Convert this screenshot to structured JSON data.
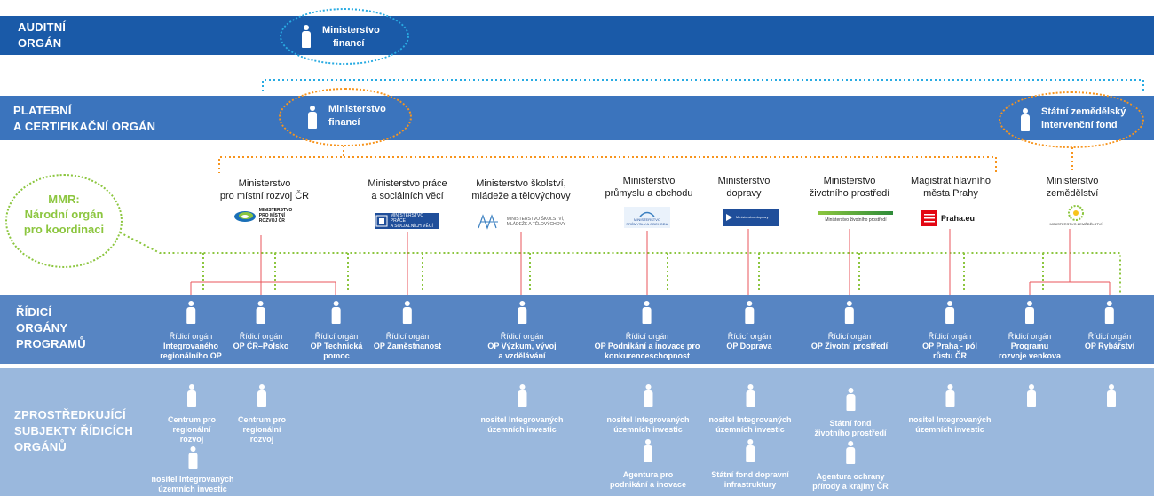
{
  "rows": {
    "audit": [
      "AUDITNÍ",
      "ORGÁN"
    ],
    "payment": [
      "PLATEBNÍ",
      "A CERTIFIKAČNÍ ORGÁN"
    ],
    "managing": [
      "ŘÍDICÍ",
      "ORGÁNY",
      "PROGRAMŮ"
    ],
    "intermediate": [
      "ZPROSTŘEDKUJÍCÍ",
      "SUBJEKTY ŘÍDICÍCH",
      "ORGÁNŮ"
    ]
  },
  "audit_body": [
    "Ministerstvo",
    "financí"
  ],
  "payment_bodies": [
    [
      "Ministerstvo",
      "financí"
    ],
    [
      "Státní zemědělský",
      "intervenční fond"
    ]
  ],
  "coordination": [
    "MMR:",
    "Národní orgán",
    "pro koordinaci"
  ],
  "ministries": [
    {
      "name": [
        "Ministerstvo",
        "pro místní rozvoj ČR"
      ],
      "logo": [
        "MINISTERSTVO",
        "PRO MÍSTNÍ",
        "ROZVOJ ČR"
      ]
    },
    {
      "name": [
        "Ministerstvo práce",
        "a sociálních věcí"
      ],
      "logo": [
        "MINISTERSTVO PRÁCE",
        "A SOCIÁLNÍCH VĚCÍ"
      ]
    },
    {
      "name": [
        "Ministerstvo školství,",
        "mládeže a tělovýchovy"
      ],
      "logo": [
        "MINISTERSTVO ŠKOLSTVÍ,",
        "MLÁDEŽE A TĚLOVÝCHOVY"
      ]
    },
    {
      "name": [
        "Ministerstvo",
        "průmyslu a obchodu"
      ],
      "logo": [
        "MINISTERSTVO",
        "PRŮMYSLU A OBCHODU"
      ]
    },
    {
      "name": [
        "Ministerstvo",
        "dopravy"
      ],
      "logo": [
        "Ministerstvo dopravy"
      ]
    },
    {
      "name": [
        "Ministerstvo",
        "životního prostředí"
      ],
      "logo": [
        "Ministerstvo životního prostředí"
      ]
    },
    {
      "name": [
        "Magistrát hlavního",
        "města Prahy"
      ],
      "logo": [
        "Praha.eu"
      ]
    },
    {
      "name": [
        "Ministerstvo",
        "zemědělství"
      ],
      "logo": [
        "MINISTERSTVO ZEMĚDĚLSTVÍ"
      ]
    }
  ],
  "managing_authorities": [
    [
      "Řídicí orgán",
      "Integrovaného",
      "regionálního OP"
    ],
    [
      "Řídicí orgán",
      "OP ČR–Polsko"
    ],
    [
      "Řídicí orgán",
      "OP Technická",
      "pomoc"
    ],
    [
      "Řídicí orgán",
      "OP Zaměstnanost"
    ],
    [
      "Řídicí orgán",
      "OP Výzkum, vývoj",
      "a vzdělávání"
    ],
    [
      "Řídicí orgán",
      "OP Podnikání a inovace pro",
      "konkurenceschopnost"
    ],
    [
      "Řídicí orgán",
      "OP Doprava"
    ],
    [
      "Řídicí orgán",
      "OP Životní prostředí"
    ],
    [
      "Řídicí orgán",
      "OP Praha - pól",
      "růstu ČR"
    ],
    [
      "Řídicí orgán",
      "Programu",
      "rozvoje venkova"
    ],
    [
      "Řídicí orgán",
      "OP Rybářství"
    ]
  ],
  "intermediate_bodies": [
    [
      "Centrum pro",
      "regionální",
      "rozvoj"
    ],
    [
      "nositel Integrovaných",
      "územních investic"
    ],
    [
      "Centrum pro",
      "regionální",
      "rozvoj"
    ],
    [
      "nositel Integrovaných",
      "územních investic"
    ],
    [
      "nositel Integrovaných",
      "územních investic"
    ],
    [
      "Agentura pro",
      "podnikání a inovace"
    ],
    [
      "nositel Integrovaných",
      "územních investic"
    ],
    [
      "Státní fond dopravní",
      "infrastruktury"
    ],
    [
      "Státní fond",
      "životního prostředí"
    ],
    [
      "Agentura ochrany",
      "přírody a krajiny ČR"
    ],
    [
      "nositel Integrovaných",
      "územních investic"
    ],
    [],
    []
  ],
  "colors": {
    "audit_band": "#1a5aa8",
    "payment_band": "#3b74bd",
    "managing_band": "#5785c3",
    "intermediate_band": "#9ab8dd",
    "cyan_dotted": "#29abe2",
    "orange_dotted": "#f7941d",
    "green_dotted": "#8cc63f",
    "red_line": "#e8565b"
  }
}
